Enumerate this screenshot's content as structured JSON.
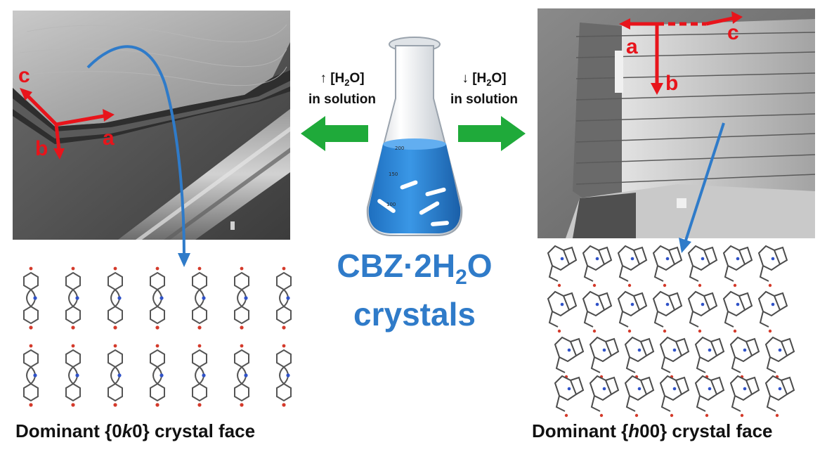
{
  "left_panel": {
    "axes": [
      "c",
      "a",
      "b"
    ],
    "caption_pre": "Dominant {0",
    "caption_italic": "k",
    "caption_post": "0} crystal face"
  },
  "right_panel": {
    "axes": [
      "a",
      "c",
      "b"
    ],
    "caption_pre": "Dominant {",
    "caption_italic": "h",
    "caption_post": "00} crystal face"
  },
  "center": {
    "left_condition": {
      "arrow": "↑",
      "species_pre": "[H",
      "species_sub": "2",
      "species_post": "O]",
      "line2": "in solution"
    },
    "right_condition": {
      "arrow": "↓",
      "species_pre": "[H",
      "species_sub": "2",
      "species_post": "O]",
      "line2": "in solution"
    },
    "compound_pre": "CBZ·2H",
    "compound_sub": "2",
    "compound_post": "O",
    "compound_line2": "crystals",
    "flask_marks": [
      "200",
      "150",
      "100"
    ]
  },
  "colors": {
    "axis_red": "#e8141b",
    "pointer_blue": "#2f7bc9",
    "arrow_green": "#1faa3a",
    "solution_blue": "#2a86d6",
    "text_blue": "#2f7bc9"
  },
  "icons": [
    "left-green-arrow-icon",
    "right-green-arrow-icon",
    "erlenmeyer-flask-icon"
  ]
}
